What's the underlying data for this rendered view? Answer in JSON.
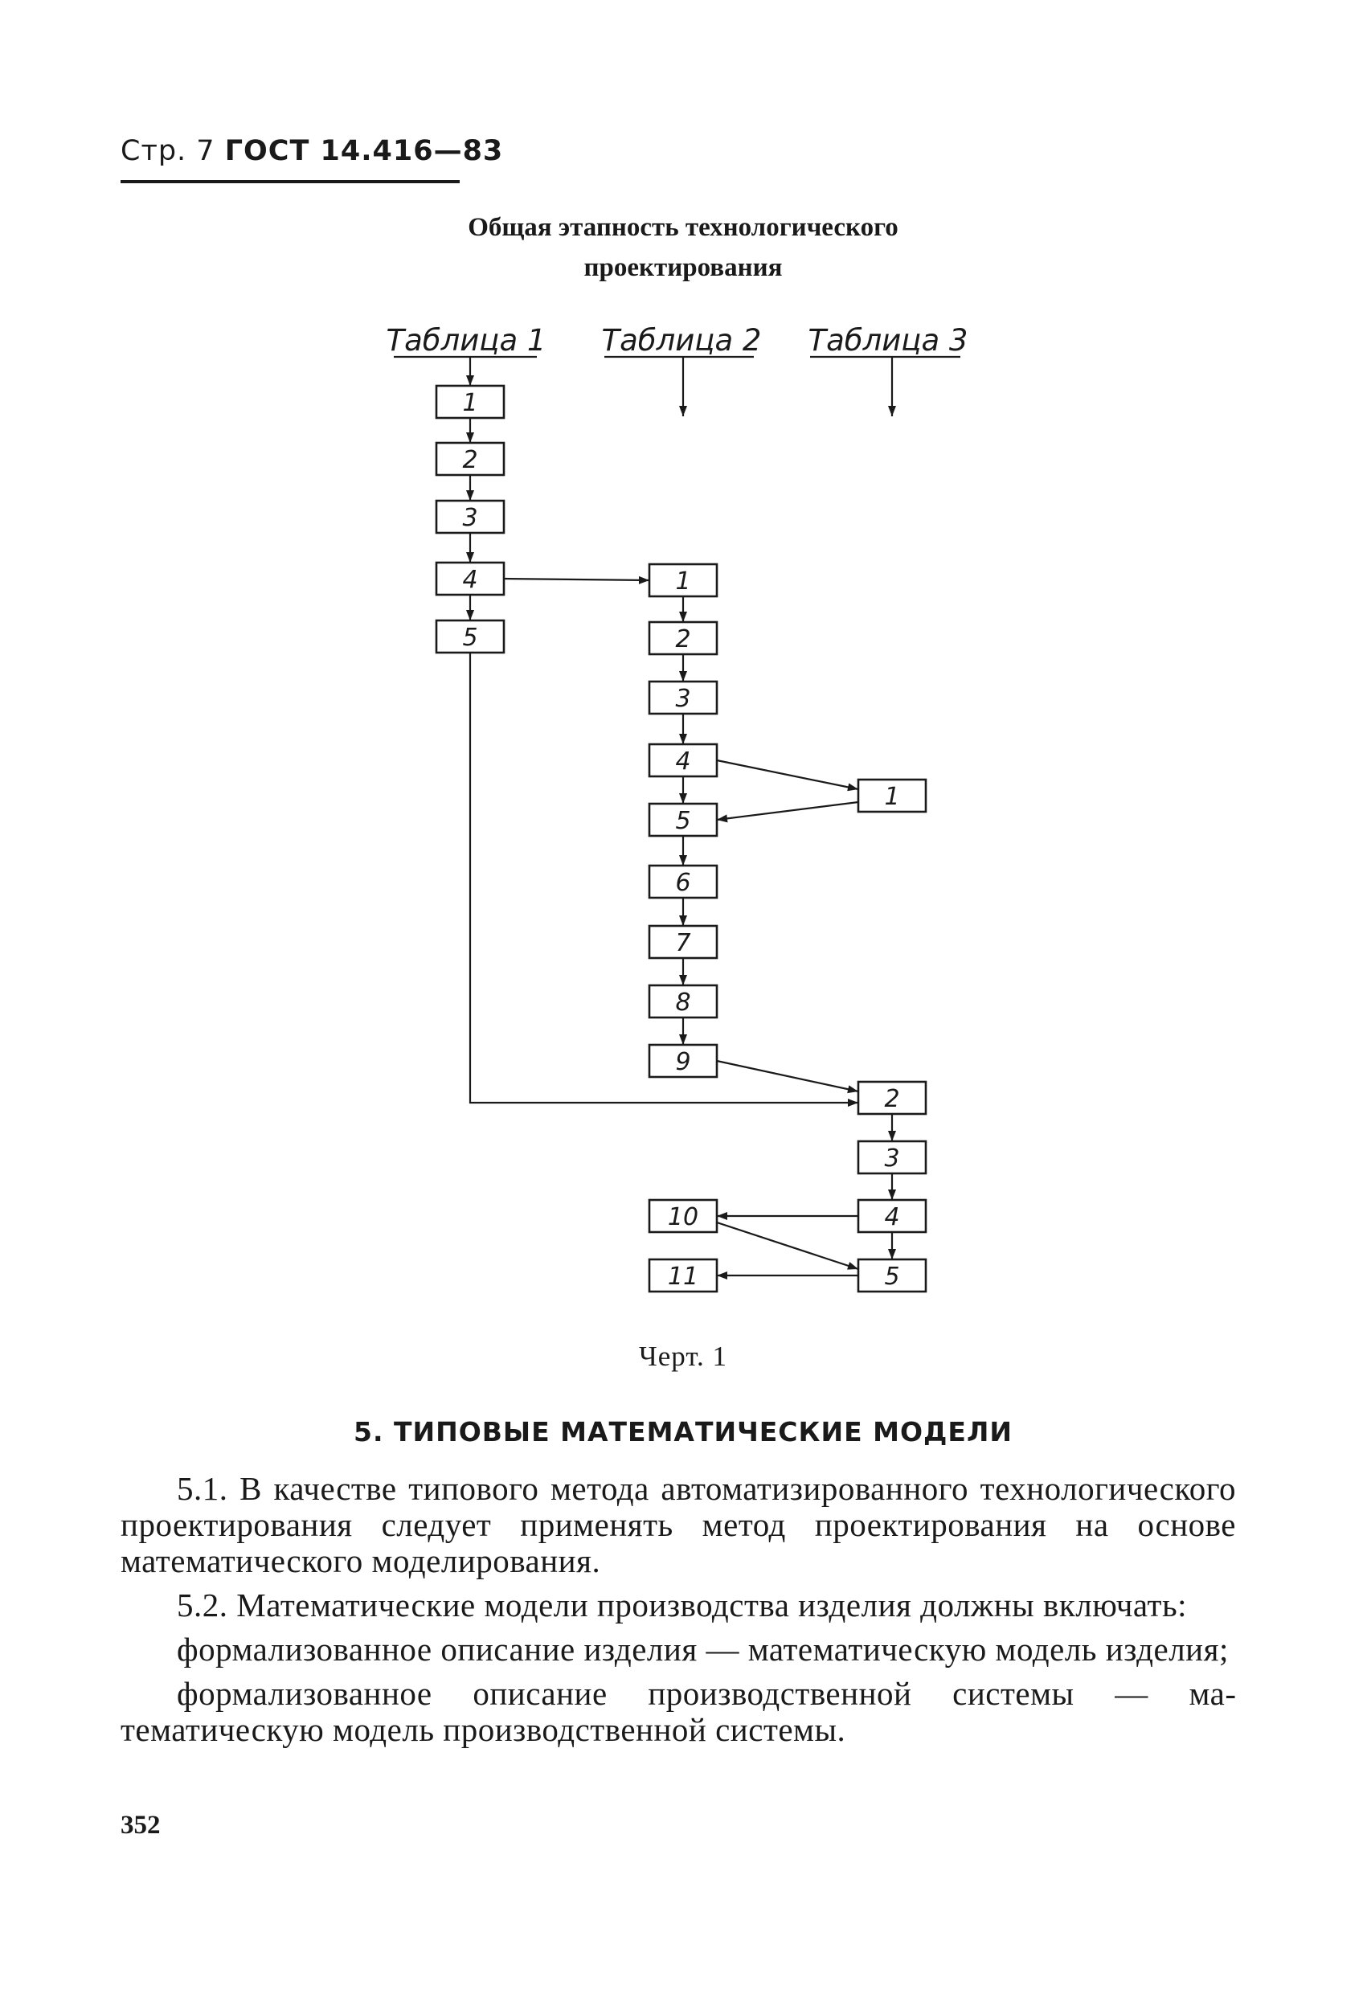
{
  "header": {
    "page_label": "Стр. 7",
    "standard": "ГОСТ 14.416—83"
  },
  "figure": {
    "title_line1": "Общая этапность технологического",
    "title_line2": "проектирования",
    "columns": {
      "table1": "Таблица 1",
      "table2": "Таблица 2",
      "table3": "Таблица 3"
    },
    "t1_boxes": [
      "1",
      "2",
      "3",
      "4",
      "5"
    ],
    "t2_boxes": [
      "1",
      "2",
      "3",
      "4",
      "5",
      "6",
      "7",
      "8",
      "9"
    ],
    "t3_boxes": [
      "1",
      "2",
      "3",
      "4",
      "5"
    ],
    "end_boxes": [
      "10",
      "11"
    ],
    "caption": "Черт. 1"
  },
  "section": {
    "heading": "5. ТИПОВЫЕ МАТЕМАТИЧЕСКИЕ МОДЕЛИ",
    "paragraphs": [
      "5.1. В качестве типового метода автоматизированного техноло­гического проектирования следует применять метод проектирова­ния на основе математического моделирования.",
      "5.2. Математические модели производства изделия должны включать:",
      "формализованное описание изделия — математическую модель изделия;",
      "формализованное описание производственной системы — ма­тематическую модель производственной системы."
    ]
  },
  "page_number": "352"
}
